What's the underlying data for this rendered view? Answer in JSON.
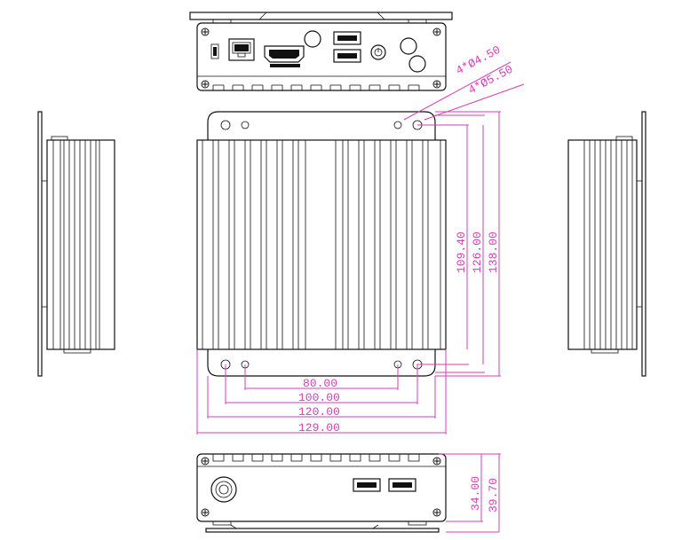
{
  "colors": {
    "line": "#111111",
    "dimension": "#d63fb6",
    "background": "#ffffff"
  },
  "annotations": {
    "hole_small": "4*Ø4.50",
    "hole_large": "4*Ø5.50"
  },
  "dimensions": {
    "w80": "80.00",
    "w100": "100.00",
    "w120": "120.00",
    "w129": "129.00",
    "h109": "109.40",
    "h126": "126.00",
    "h138": "138.00",
    "side34": "34.00",
    "side39": "39.70"
  },
  "icons": [
    "hdmi-port-icon",
    "rj45-port-icon",
    "usb-port-icon",
    "power-button-icon",
    "mounting-screw-icon"
  ]
}
